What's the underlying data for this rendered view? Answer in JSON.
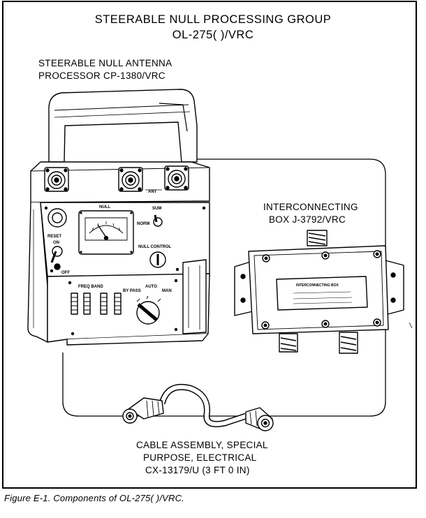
{
  "figure": {
    "title_line1": "STEERABLE NULL PROCESSING GROUP",
    "title_line2": "OL-275( )/VRC",
    "processor_label_line1": "STEERABLE NULL ANTENNA",
    "processor_label_line2": "PROCESSOR CP-1380/VRC",
    "box_label_line1": "INTERCONNECTING",
    "box_label_line2": "BOX J-3792/VRC",
    "cable_label_line1": "CABLE ASSEMBLY, SPECIAL",
    "cable_label_line2": "PURPOSE, ELECTRICAL",
    "cable_label_line3": "CX-13179/U (3 FT 0 IN)",
    "caption": "Figure E-1. Components of OL-275( )/VRC."
  },
  "panel_markings": {
    "null": "NULL",
    "norm": "NORM",
    "sum": "SUM",
    "null_control": "NULL   CONTROL",
    "reset": "RESET",
    "on": "ON",
    "off": "OFF",
    "ant": "ANT",
    "freq_band": "FREQ BAND",
    "by_pass": "BY PASS",
    "auto": "AUTO",
    "man": "MAN",
    "box_plate": "INTERCONNECTING BOX"
  }
}
